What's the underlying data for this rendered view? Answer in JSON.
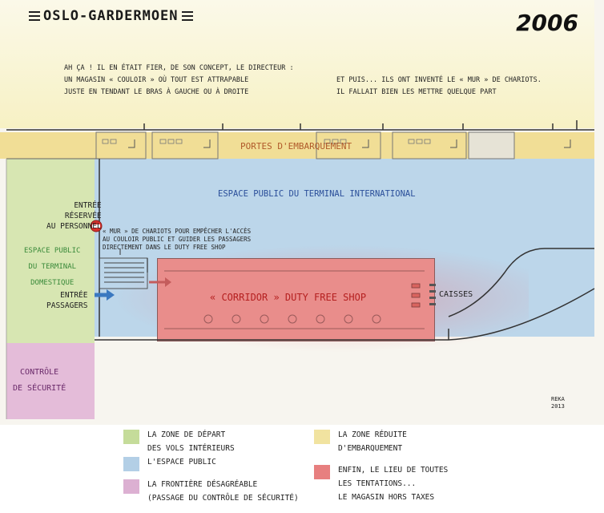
{
  "header": {
    "title": "OSLO-GARDERMOEN",
    "year": "2006"
  },
  "notes": {
    "director_lines": [
      "AH ÇA ! IL EN ÉTAIT FIER, DE SON CONCEPT, LE DIRECTEUR :",
      "UN MAGASIN « COULOIR » OÙ TOUT EST ATTRAPABLE",
      "JUSTE EN TENDANT LE BRAS À GAUCHE OU À DROITE"
    ],
    "trolley_lines": [
      "ET PUIS... ILS ONT INVENTÉ LE « MUR » DE CHARIOTS.",
      "IL FALLAIT BIEN LES METTRE QUELQUE PART"
    ],
    "wall_lines": [
      "« MUR » DE CHARIOTS POUR EMPÊCHER L'ACCÈS",
      "AU COULOIR PUBLIC ET GUIDER LES PASSAGERS",
      "DIRECTEMENT DANS LE DUTY FREE SHOP"
    ]
  },
  "map": {
    "gates": "PORTES D'EMBARQUEMENT",
    "public_intl": "ESPACE PUBLIC DU TERMINAL INTERNATIONAL",
    "staff_entry": [
      "ENTRÉE",
      "RÉSERVÉE",
      "AU PERSONNEL"
    ],
    "public_domestic": [
      "ESPACE PUBLIC",
      "DU TERMINAL",
      "DOMESTIQUE"
    ],
    "passenger_entry": [
      "ENTRÉE",
      "PASSAGERS"
    ],
    "dutyfree": "« CORRIDOR » DUTY FREE SHOP",
    "cashiers": "CAISSES",
    "security": [
      "CONTRÔLE",
      "DE SÉCURITÉ"
    ],
    "signature": [
      "REKA",
      "2013"
    ]
  },
  "legend": {
    "green": [
      "LA ZONE DE DÉPART",
      "DES VOLS INTÉRIEURS"
    ],
    "blue": [
      "L'ESPACE PUBLIC"
    ],
    "pink": [
      "LA FRONTIÈRE DÉSAGRÉABLE",
      "(PASSAGE DU CONTRÔLE DE SÉCURITÉ)"
    ],
    "yellow": [
      "LA ZONE RÉDUITE",
      "D'EMBARQUEMENT"
    ],
    "red": [
      "ENFIN, LE LIEU DE TOUTES",
      "LES TENTATIONS...",
      "LE MAGASIN HORS TAXES"
    ]
  },
  "colors": {
    "green": "#c5dc9a",
    "blue": "#b3cfe6",
    "pink": "#dcb0d2",
    "yellow": "#f1e3a0",
    "red": "#e77f7f"
  }
}
